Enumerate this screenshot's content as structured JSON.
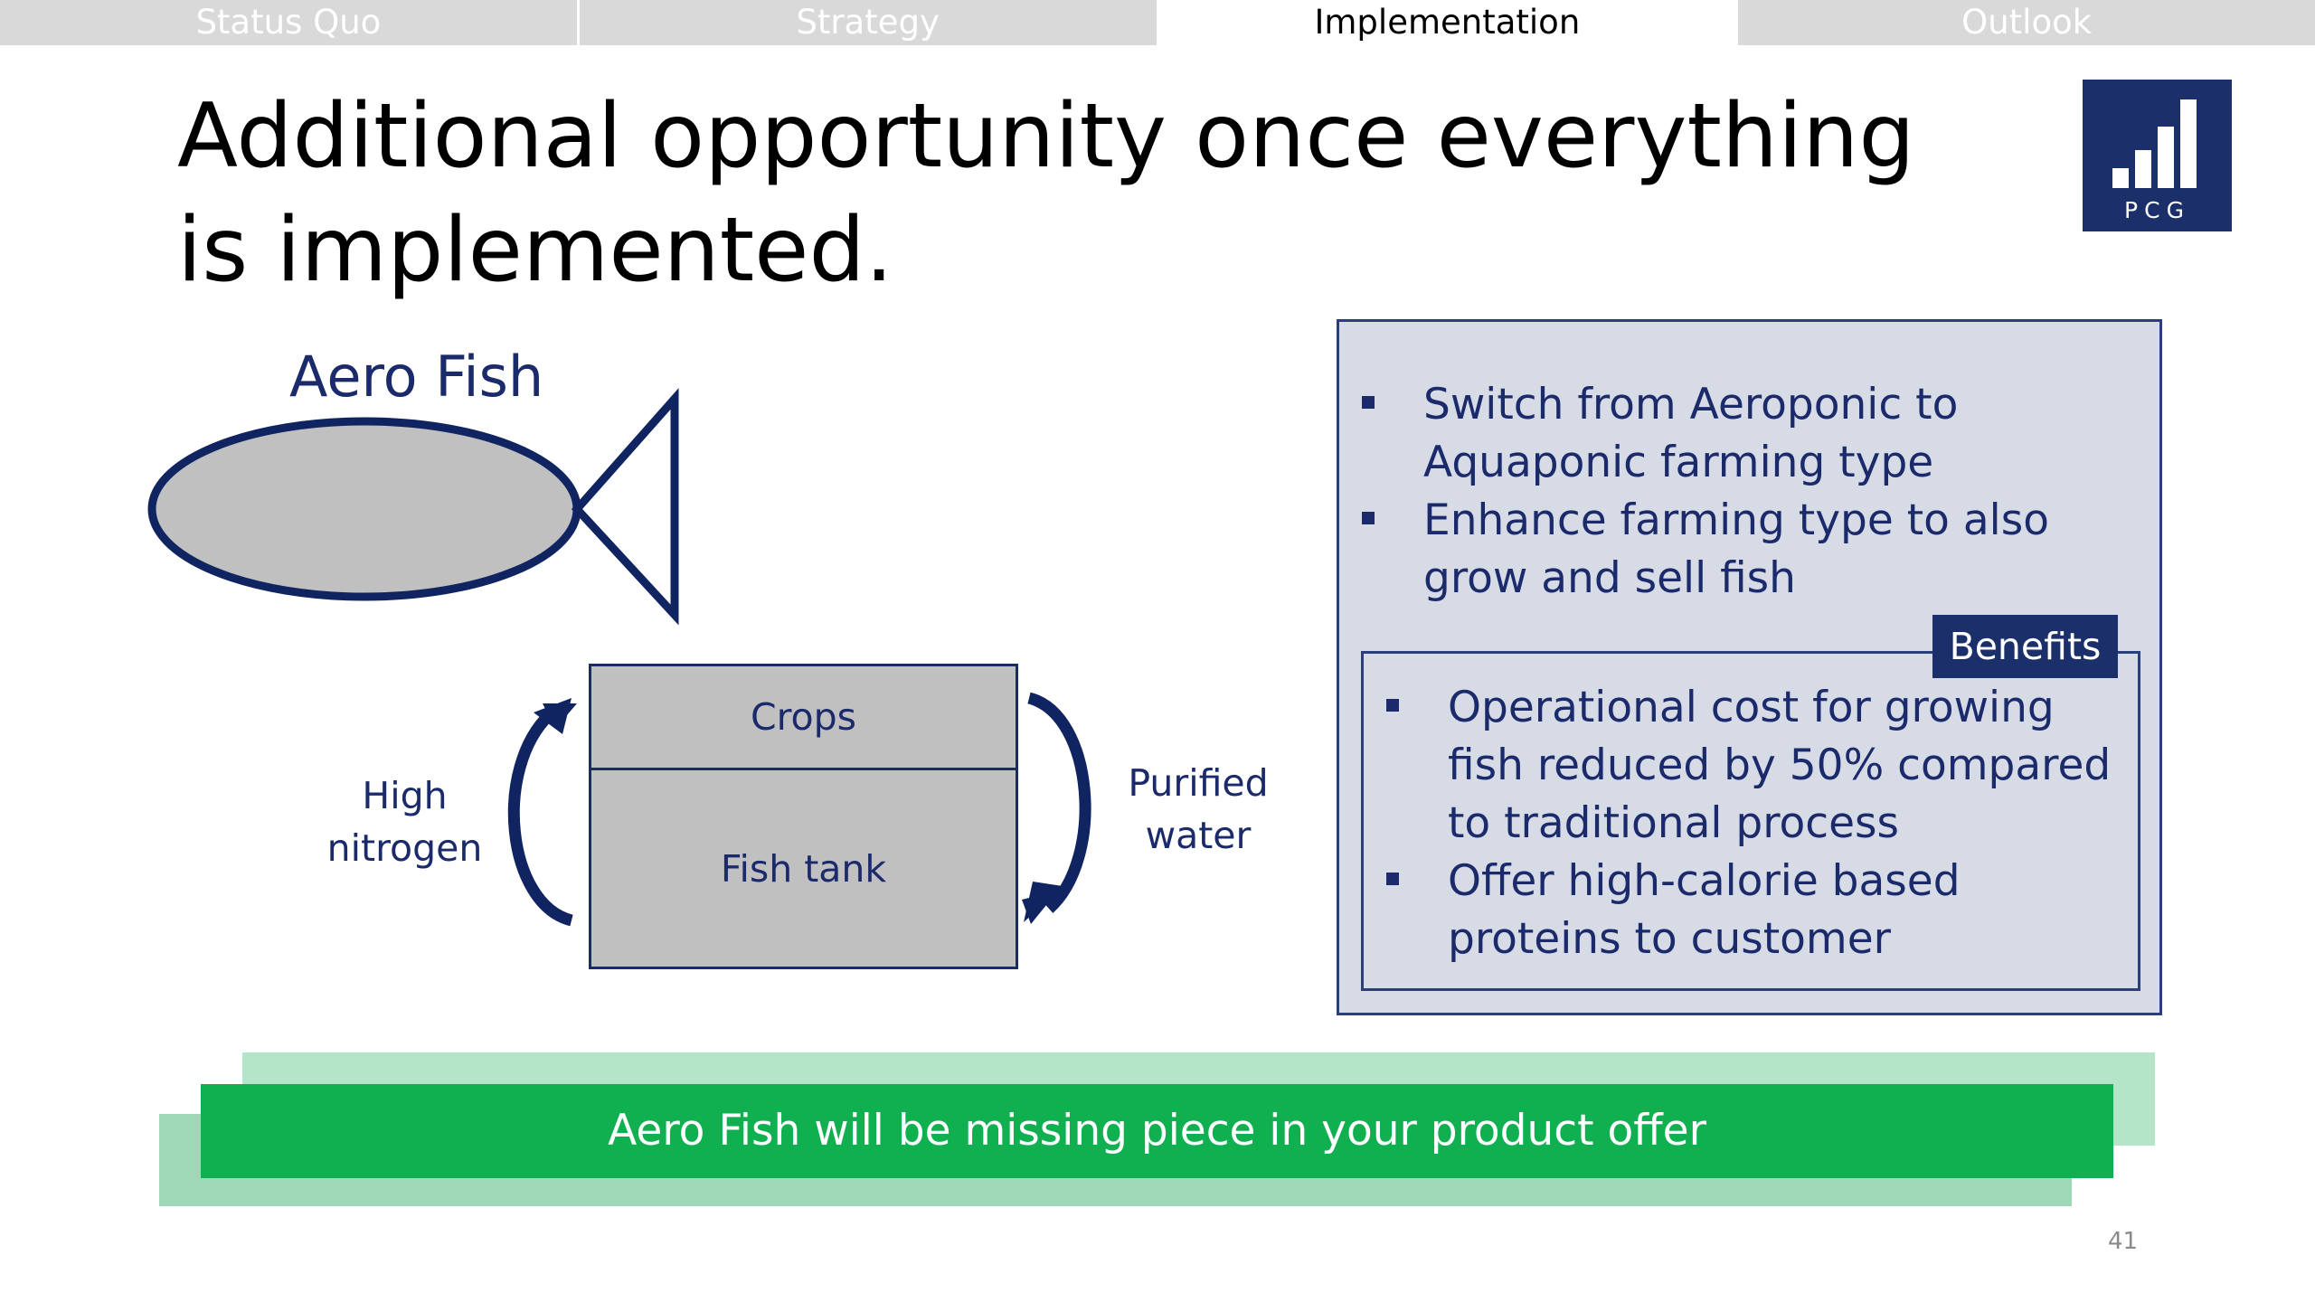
{
  "nav": {
    "tabs": [
      {
        "label": "Status Quo",
        "active": false
      },
      {
        "label": "Strategy",
        "active": false
      },
      {
        "label": "Implementation",
        "active": true
      },
      {
        "label": "Outlook",
        "active": false
      }
    ]
  },
  "slide": {
    "title": "Additional opportunity once everything is implemented.",
    "page_number": "41"
  },
  "logo": {
    "text": "PCG",
    "icon": "bar-chart-icon",
    "bg_color": "#1b2f6b"
  },
  "diagram": {
    "fish_label": "Aero Fish",
    "fish_icon": "fish-icon",
    "box_top_label": "Crops",
    "box_bottom_label": "Fish tank",
    "left_label": "High nitrogen",
    "right_label": "Purified water"
  },
  "panel": {
    "bullets": [
      "Switch from Aeroponic to Aquaponic farming type",
      "Enhance farming type to also grow and sell fish"
    ],
    "benefits_tag": "Benefits",
    "benefits": [
      "Operational cost for growing fish reduced by 50% compared to traditional process",
      "Offer high-calorie based proteins to customer"
    ]
  },
  "banner": {
    "text": "Aero Fish will be missing piece in your product offer",
    "color": "#10b050"
  }
}
